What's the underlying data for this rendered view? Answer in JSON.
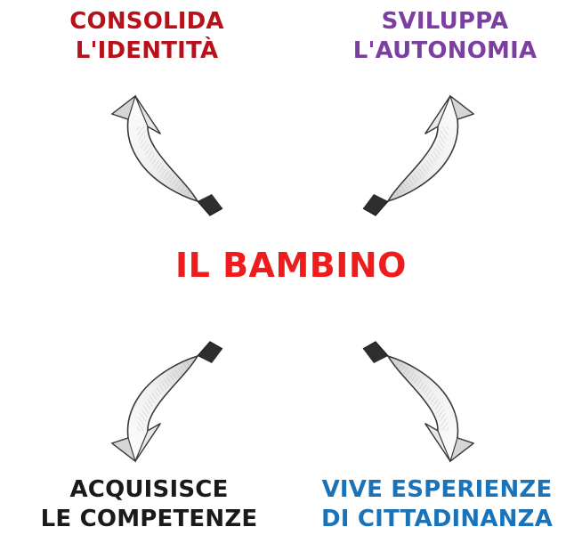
{
  "center": {
    "text": "IL BAMBINO",
    "color": "#ee1c1c"
  },
  "nodes": [
    {
      "lines": [
        "CONSOLIDA",
        "L'IDENTITÀ"
      ],
      "color": "#b5121b"
    },
    {
      "lines": [
        "SVILUPPA",
        "L'AUTONOMIA"
      ],
      "color": "#7a3fa0"
    },
    {
      "lines": [
        "ACQUISISCE",
        "LE COMPETENZE"
      ],
      "color": "#1a1a1a"
    },
    {
      "lines": [
        "VIVE ESPERIENZE",
        "DI CITTADINANZA"
      ],
      "color": "#1a72b8"
    }
  ],
  "arrow_color": "#3a3a3a"
}
